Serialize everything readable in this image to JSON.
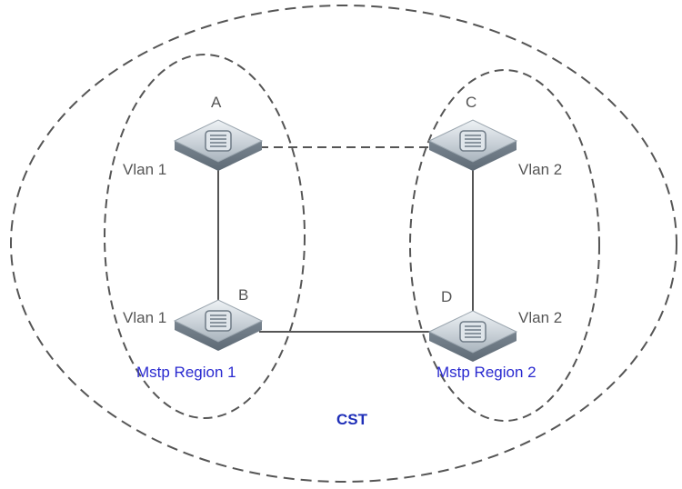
{
  "diagram": {
    "switches": [
      {
        "id": "A",
        "label": "A",
        "vlan": "Vlan 1"
      },
      {
        "id": "B",
        "label": "B",
        "vlan": "Vlan 1"
      },
      {
        "id": "C",
        "label": "C",
        "vlan": "Vlan 2"
      },
      {
        "id": "D",
        "label": "D",
        "vlan": "Vlan 2"
      }
    ],
    "links": [
      {
        "from": "A",
        "to": "B",
        "style": "solid"
      },
      {
        "from": "C",
        "to": "D",
        "style": "solid"
      },
      {
        "from": "B",
        "to": "D",
        "style": "solid"
      },
      {
        "from": "A",
        "to": "C",
        "style": "dashed"
      }
    ],
    "regions": [
      {
        "label": "Mstp Region 1",
        "members": [
          "A",
          "B"
        ]
      },
      {
        "label": "Mstp Region 2",
        "members": [
          "C",
          "D"
        ]
      }
    ],
    "outer_label": "CST",
    "colors": {
      "region_text": "#2a2ad0",
      "cst_text": "#1f2fb8",
      "label_text": "#555555",
      "outline": "#555555",
      "link": "#555555",
      "switch_top": "#cfd6dc",
      "switch_side": "#8e9aa5"
    }
  }
}
